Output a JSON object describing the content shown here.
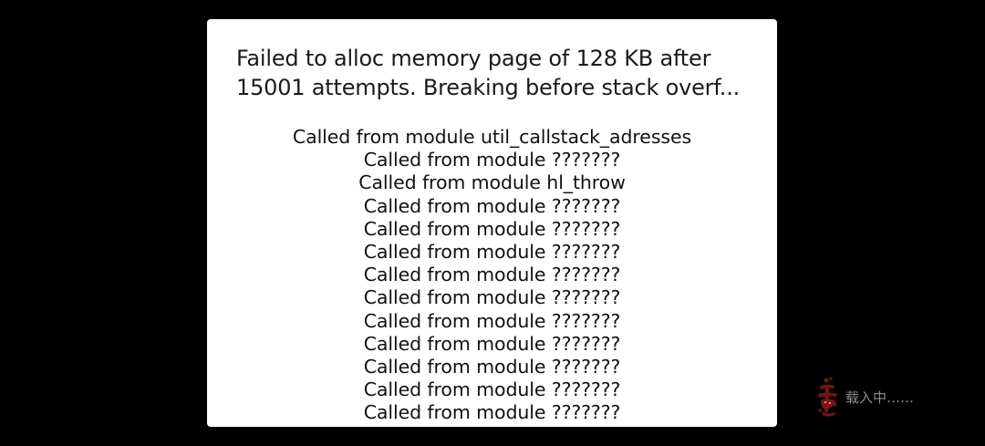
{
  "dialog": {
    "title_line_1": "Failed to alloc memory page of 128 KB after",
    "title_line_2": "15001 attempts. Breaking before stack overf...",
    "stack_lines": [
      "Called from module util_callstack_adresses",
      "Called from module ???????",
      "Called from module hl_throw",
      "Called from module ???????",
      "Called from module ???????",
      "Called from module ???????",
      "Called from module ???????",
      "Called from module ???????",
      "Called from module ???????",
      "Called from module ???????",
      "Called from module ???????",
      "Called from module ???????",
      "Called from module ???????"
    ]
  },
  "loading": {
    "icon": "red-ink-character-icon",
    "text": "载入中……",
    "icon_color": "#7a1414"
  }
}
